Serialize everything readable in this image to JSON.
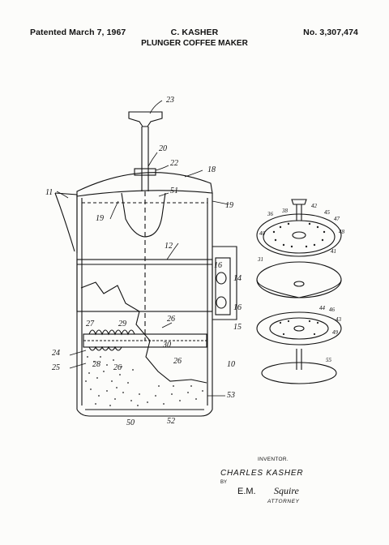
{
  "header": {
    "date": "Patented March 7, 1967",
    "inventor": "C. KASHER",
    "patent_number": "No. 3,307,474",
    "title": "PLUNGER COFFEE MAKER"
  },
  "reference_numerals": {
    "r23": "23",
    "r20": "20",
    "r22": "22",
    "r18": "18",
    "r11": "11",
    "r51": "51",
    "r19a": "19",
    "r19b": "19",
    "r12": "12",
    "r16a": "16",
    "r14": "14",
    "r16b": "16",
    "r15": "15",
    "r27": "27",
    "r29": "29",
    "r26a": "26",
    "r30": "30",
    "r24": "24",
    "r25": "25",
    "r28": "28",
    "r26b": "26",
    "r26c": "26",
    "r10": "10",
    "r53": "53",
    "r50": "50",
    "r52": "52",
    "r36": "36",
    "r38": "38",
    "r42": "42",
    "r45": "45",
    "r47": "47",
    "r48": "48",
    "r40": "40",
    "r44": "44",
    "r46": "46",
    "r43": "43",
    "r31": "31",
    "r41": "41",
    "r49": "49",
    "r55": "55"
  },
  "signature_block": {
    "inventor_caption": "INVENTOR.",
    "inventor_name": "CHARLES KASHER",
    "by": "BY",
    "attorney_name": "E.M.",
    "attorney_signature": "Squire",
    "attorney_caption": "ATTORNEY"
  }
}
